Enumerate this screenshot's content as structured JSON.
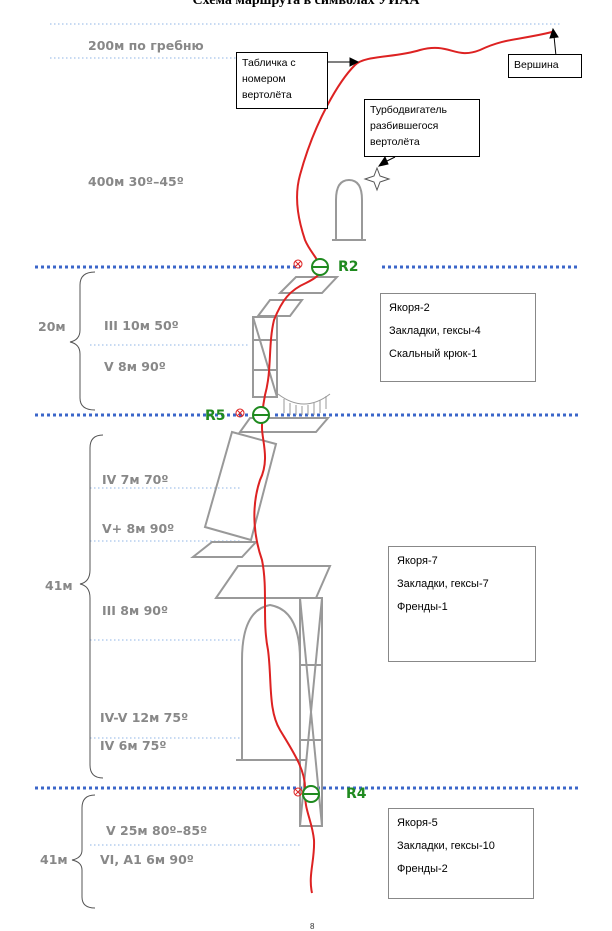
{
  "title": "Схема маршрута в символах УИАА",
  "summit_label": "Вершина",
  "helicopter_plate_label": "Табличка с номером вертолёта",
  "turbine_label": "Турбодвигатель разбившегося вертолёта",
  "ridge_pitch": "200м по гребню",
  "upper_pitch": "400м 30º–45º",
  "anchors": [
    "R2",
    "R5",
    "R4"
  ],
  "sections": [
    {
      "length": "20м",
      "pitches": [
        "III 10м 50º",
        "V 8м 90º"
      ],
      "gear": [
        "Якоря-2",
        "Закладки, гексы-4",
        "Скальный крюк-1"
      ]
    },
    {
      "length": "41м",
      "pitches": [
        "IV 7м 70º",
        "V+ 8м 90º",
        "III 8м 90º",
        "IV-V 12м 75º",
        "IV 6м 75º"
      ],
      "gear": [
        "Якоря-7",
        "Закладки, гексы-7",
        "Френды-1"
      ]
    },
    {
      "length": "41м",
      "pitches": [
        "V 25м 80º–85º",
        "VI, A1 6м 90º"
      ],
      "gear": [
        "Якоря-5",
        "Закладки, гексы-10",
        "Френды-2"
      ]
    }
  ],
  "page_number": "8",
  "colors": {
    "route": "#dd2222",
    "anchor": "#1f8a1f",
    "ledge": "#3b66c9",
    "rock": "#999999"
  }
}
